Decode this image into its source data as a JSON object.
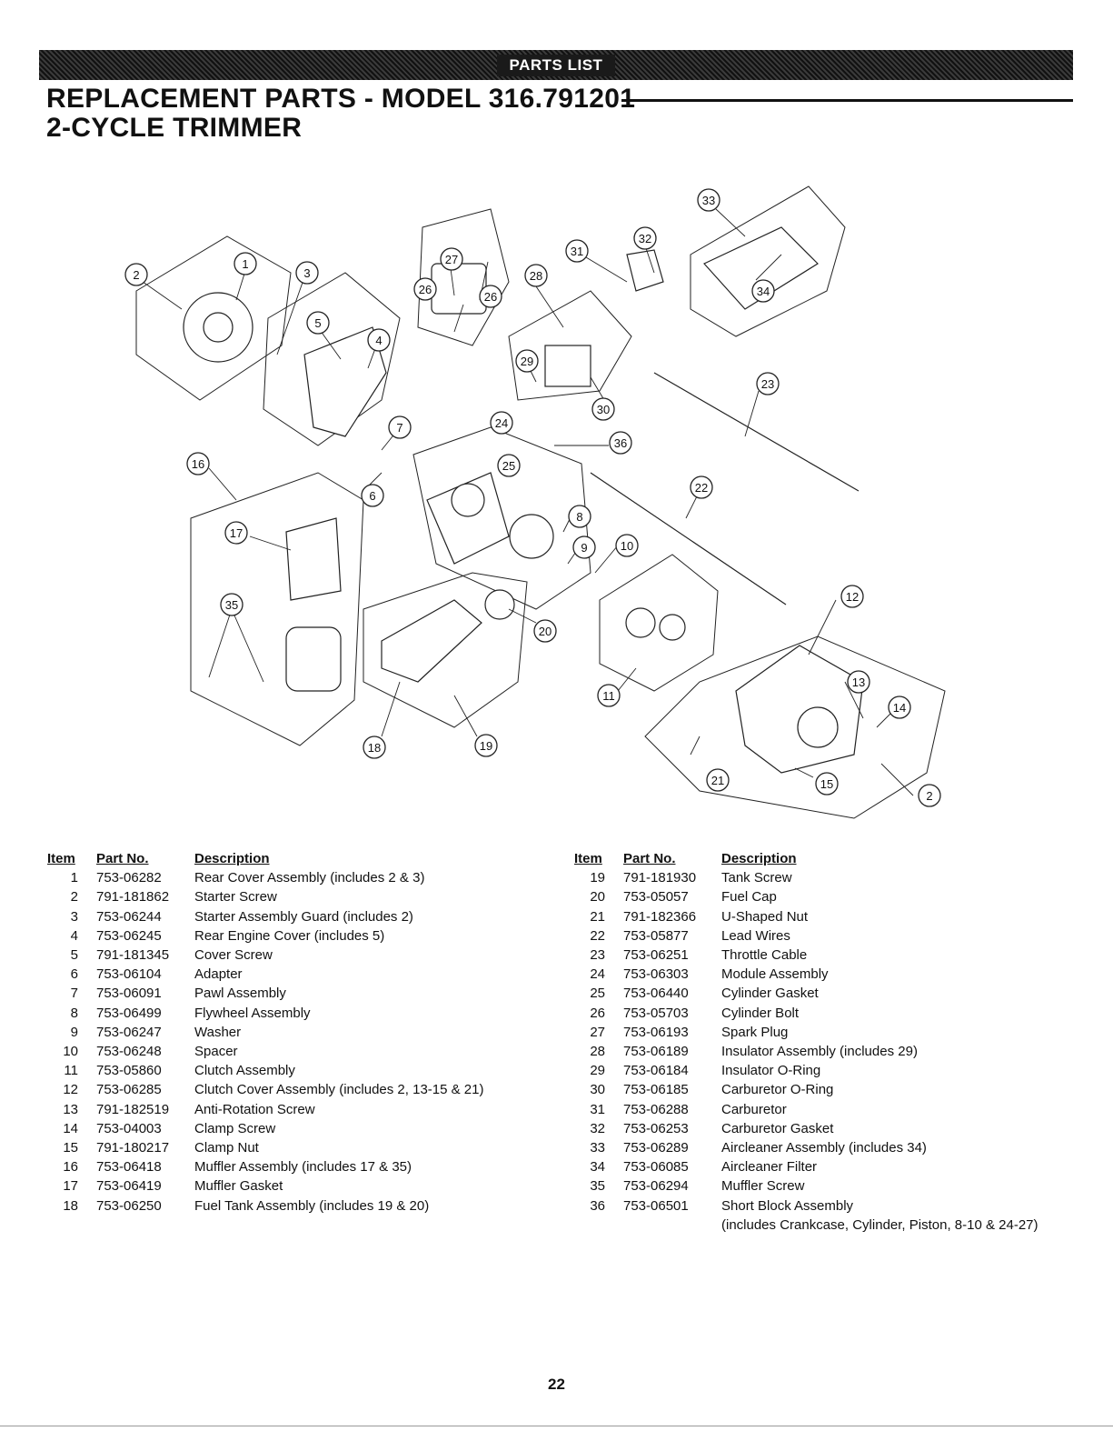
{
  "banner": "PARTS LIST",
  "title_line1": "REPLACEMENT PARTS - MODEL 316.791201",
  "title_line2": "2-CYCLE TRIMMER",
  "headers": {
    "item": "Item",
    "part_no": "Part No.",
    "description": "Description"
  },
  "parts_left": [
    {
      "item": "1",
      "part_no": "753-06282",
      "description": "Rear Cover Assembly (includes 2 & 3)"
    },
    {
      "item": "2",
      "part_no": "791-181862",
      "description": "Starter Screw"
    },
    {
      "item": "3",
      "part_no": "753-06244",
      "description": "Starter Assembly Guard (includes 2)"
    },
    {
      "item": "4",
      "part_no": "753-06245",
      "description": "Rear Engine Cover (includes 5)"
    },
    {
      "item": "5",
      "part_no": "791-181345",
      "description": "Cover Screw"
    },
    {
      "item": "6",
      "part_no": "753-06104",
      "description": "Adapter"
    },
    {
      "item": "7",
      "part_no": "753-06091",
      "description": "Pawl Assembly"
    },
    {
      "item": "8",
      "part_no": "753-06499",
      "description": "Flywheel Assembly"
    },
    {
      "item": "9",
      "part_no": "753-06247",
      "description": "Washer"
    },
    {
      "item": "10",
      "part_no": "753-06248",
      "description": "Spacer"
    },
    {
      "item": "11",
      "part_no": "753-05860",
      "description": "Clutch Assembly"
    },
    {
      "item": "12",
      "part_no": "753-06285",
      "description": "Clutch Cover Assembly (includes 2, 13-15 & 21)"
    },
    {
      "item": "13",
      "part_no": "791-182519",
      "description": "Anti-Rotation Screw"
    },
    {
      "item": "14",
      "part_no": "753-04003",
      "description": "Clamp Screw"
    },
    {
      "item": "15",
      "part_no": "791-180217",
      "description": "Clamp Nut"
    },
    {
      "item": "16",
      "part_no": "753-06418",
      "description": "Muffler Assembly (includes 17 & 35)"
    },
    {
      "item": "17",
      "part_no": "753-06419",
      "description": "Muffler Gasket"
    },
    {
      "item": "18",
      "part_no": "753-06250",
      "description": "Fuel Tank Assembly (includes 19 & 20)"
    }
  ],
  "parts_right": [
    {
      "item": "19",
      "part_no": "791-181930",
      "description": "Tank Screw"
    },
    {
      "item": "20",
      "part_no": "753-05057",
      "description": "Fuel Cap"
    },
    {
      "item": "21",
      "part_no": "791-182366",
      "description": "U-Shaped Nut"
    },
    {
      "item": "22",
      "part_no": "753-05877",
      "description": "Lead Wires"
    },
    {
      "item": "23",
      "part_no": "753-06251",
      "description": "Throttle Cable"
    },
    {
      "item": "24",
      "part_no": "753-06303",
      "description": "Module Assembly"
    },
    {
      "item": "25",
      "part_no": "753-06440",
      "description": "Cylinder Gasket"
    },
    {
      "item": "26",
      "part_no": "753-05703",
      "description": "Cylinder Bolt"
    },
    {
      "item": "27",
      "part_no": "753-06193",
      "description": "Spark Plug"
    },
    {
      "item": "28",
      "part_no": "753-06189",
      "description": "Insulator Assembly (includes 29)"
    },
    {
      "item": "29",
      "part_no": "753-06184",
      "description": "Insulator O-Ring"
    },
    {
      "item": "30",
      "part_no": "753-06185",
      "description": "Carburetor O-Ring"
    },
    {
      "item": "31",
      "part_no": "753-06288",
      "description": "Carburetor"
    },
    {
      "item": "32",
      "part_no": "753-06253",
      "description": "Carburetor Gasket"
    },
    {
      "item": "33",
      "part_no": "753-06289",
      "description": "Aircleaner Assembly (includes 34)"
    },
    {
      "item": "34",
      "part_no": "753-06085",
      "description": "Aircleaner Filter"
    },
    {
      "item": "35",
      "part_no": "753-06294",
      "description": "Muffler Screw"
    },
    {
      "item": "36",
      "part_no": "753-06501",
      "description": "Short Block Assembly"
    }
  ],
  "parts_right_continuation": "(includes Crankcase, Cylinder, Piston, 8-10 & 24-27)",
  "callouts": [
    "1",
    "2",
    "3",
    "4",
    "5",
    "6",
    "7",
    "8",
    "9",
    "10",
    "11",
    "12",
    "13",
    "14",
    "15",
    "16",
    "17",
    "18",
    "19",
    "20",
    "21",
    "22",
    "23",
    "24",
    "25",
    "26",
    "26",
    "27",
    "28",
    "29",
    "30",
    "31",
    "32",
    "33",
    "34",
    "35",
    "36",
    "2"
  ],
  "page_number": "22"
}
